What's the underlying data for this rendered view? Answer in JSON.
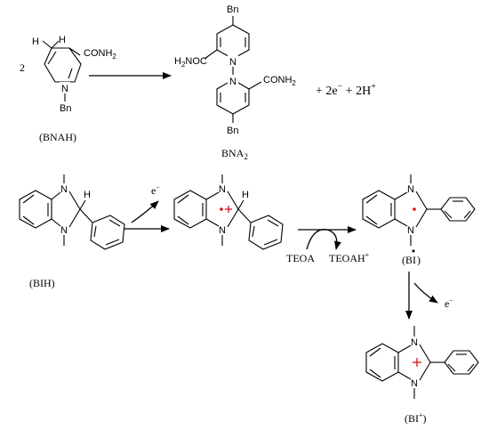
{
  "scheme": {
    "bnah": {
      "coefficient": "2",
      "name": "(BNAH)",
      "h_left": "H",
      "h_right": "H",
      "amide": "CONH",
      "amide_sub": "2",
      "n_atom": "N",
      "bn": "Bn"
    },
    "bna2": {
      "name": "BNA",
      "name_sub": "2",
      "bn_top": "Bn",
      "bn_bottom": "Bn",
      "amide_left": "H",
      "amide_left_sub": "2",
      "amide_left_tail": "NOC",
      "amide_right": "CONH",
      "amide_right_sub": "2",
      "n_top": "N",
      "n_bottom": "N"
    },
    "byproducts": {
      "text": "+ 2e",
      "minus": "−",
      "text2": " + 2H",
      "plus": "+"
    },
    "bih": {
      "name": "(BIH)",
      "n_top": "N",
      "n_bottom": "N",
      "h": "H"
    },
    "step1": {
      "electron": "e",
      "electron_sign": "−"
    },
    "radical_cation": {
      "n_top": "N",
      "n_bottom": "N",
      "h": "H"
    },
    "step2": {
      "reagent": "TEOA",
      "product": "TEOAH",
      "product_sign": "+"
    },
    "bi_radical": {
      "name_open": "(BI",
      "name_close": ")",
      "n_top": "N",
      "n_bottom": "N"
    },
    "step3": {
      "electron": "e",
      "electron_sign": "−"
    },
    "bi_cation": {
      "name_open": "(BI",
      "name_sign": "+",
      "name_close": ")",
      "n_top": "N",
      "n_bottom": "N"
    },
    "colors": {
      "bond": "#000000",
      "charge_marker": "#e01010"
    }
  }
}
